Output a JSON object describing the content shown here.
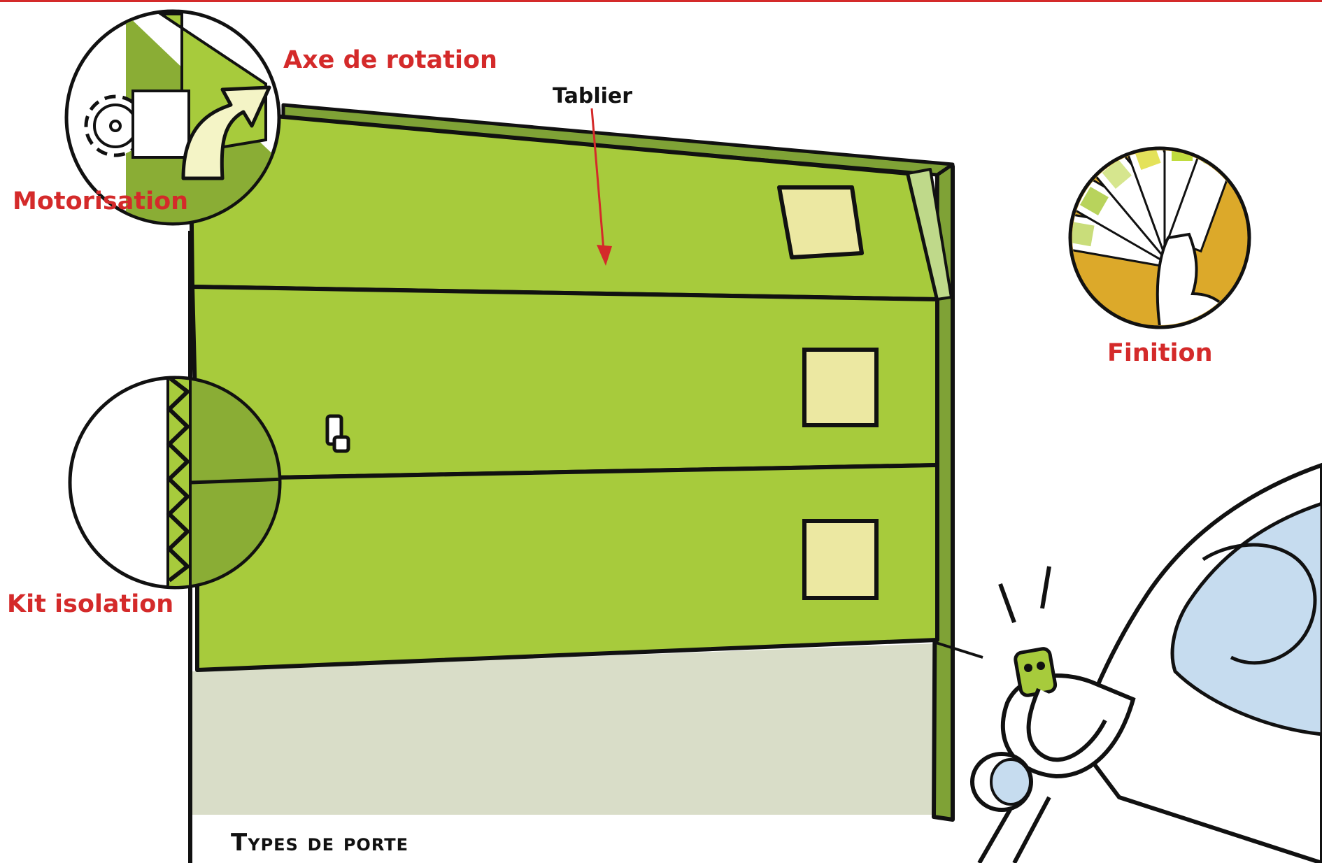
{
  "labels": {
    "axe": "Axe de rotation",
    "tablier": "Tablier",
    "motorisation": "Motorisation",
    "finition": "Finition",
    "kit": "Kit isolation",
    "section_title": "Types de porte"
  },
  "colors": {
    "accent_red": "#d42a2a",
    "panel_green": "#a7cb3c",
    "panel_dark_green": "#8aad35",
    "frame_green": "#7fa236",
    "window_cream": "#ece8a2",
    "floor_grey": "#d9ddc8",
    "car_glass": "#c6dcef",
    "swatch_orange": "#dca92a"
  },
  "icons": [
    "gear-icon",
    "up-arrow-icon",
    "color-swatch-fan-icon",
    "insulation-zigzag-icon",
    "remote-control-icon"
  ]
}
